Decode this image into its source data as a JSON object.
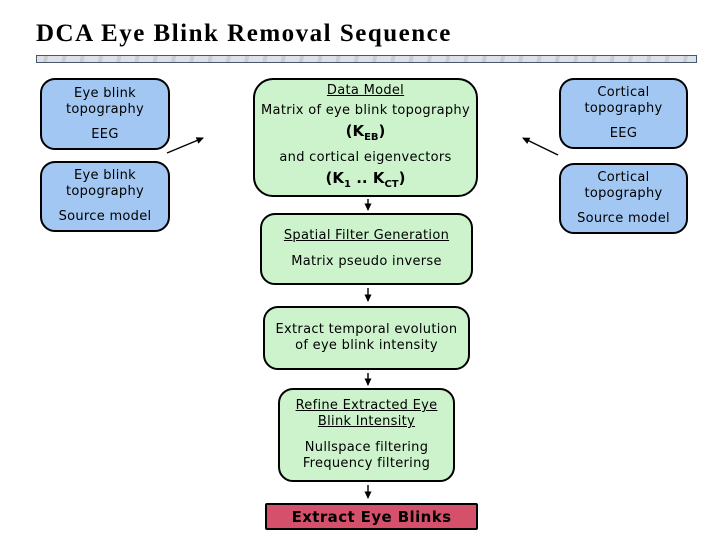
{
  "title": "DCA Eye Blink Removal Sequence",
  "colors": {
    "box_blue": "#A1C7F2",
    "box_green": "#CDF3CD",
    "box_red": "#D5506A",
    "border": "#000000",
    "divider_fill": "#DDE1E5",
    "divider_border": "#46586A"
  },
  "left_column": [
    {
      "title": "Eye blink\ntopography",
      "subtitle": "EEG"
    },
    {
      "title": "Eye blink\ntopography",
      "subtitle": "Source model"
    }
  ],
  "right_column": [
    {
      "title": "Cortical\ntopography",
      "subtitle": "EEG"
    },
    {
      "title": "Cortical\ntopography",
      "subtitle": "Source model"
    }
  ],
  "data_model": {
    "heading": "Data Model",
    "line1": "Matrix of eye blink topography",
    "formula1": {
      "open": "(",
      "base": "K",
      "sub": "EB",
      "close": ")"
    },
    "line2": "and cortical eigenvectors",
    "formula2": {
      "open": "(",
      "base1": "K",
      "sub1": "1",
      "dots": " .. ",
      "base2": "K",
      "sub2": "CT",
      "close": ")"
    }
  },
  "spatial_filter": {
    "heading": "Spatial Filter Generation",
    "line": "Matrix pseudo inverse"
  },
  "temporal": {
    "line": "Extract temporal evolution\nof eye blink intensity"
  },
  "refine": {
    "heading": "Refine Extracted Eye\nBlink Intensity",
    "lines": "Nullspace filtering\nFrequency filtering"
  },
  "extract": {
    "label": "Extract Eye Blinks"
  }
}
